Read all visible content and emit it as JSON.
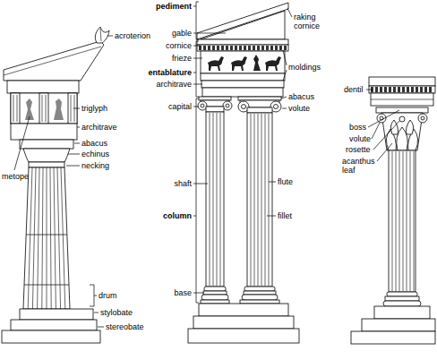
{
  "diagram": {
    "labels": [
      "acroterion",
      "triglyph",
      "architrave",
      "abacus",
      "echinus",
      "necking",
      "metope",
      "drum",
      "stylobate",
      "stereobate",
      "pediment",
      "gable",
      "raking cornice",
      "cornice",
      "frieze",
      "entablature",
      "architrave",
      "moldings",
      "capital",
      "abacus",
      "volute",
      "shaft",
      "column",
      "flute",
      "fillet",
      "base",
      "dentil",
      "boss",
      "volute",
      "rosette",
      "acanthus leaf"
    ]
  }
}
